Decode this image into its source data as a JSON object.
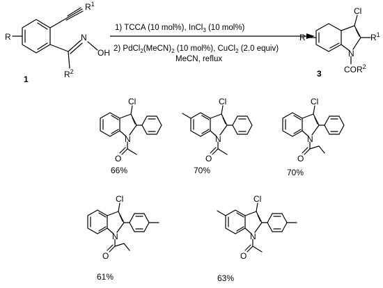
{
  "reaction": {
    "step1": "1)  TCCA (10 mol%), InCl",
    "step1_sub": "3",
    "step1_tail": " (10 mol%)",
    "step2_a": "2) PdCl",
    "step2_sub1": "2",
    "step2_b": "(MeCN)",
    "step2_sub2": "2",
    "step2_c": " (10 mol%), CuCl",
    "step2_sub3": "2",
    "step2_d": " (2.0 equiv)",
    "step3": "MeCN,  reflux"
  },
  "starting_material": {
    "number": "1",
    "labels": {
      "R": "R",
      "R1": "R",
      "R1_sup": "1",
      "R2": "R",
      "R2_sup": "2",
      "N": "N",
      "OH": "OH"
    }
  },
  "product_general": {
    "number": "3",
    "labels": {
      "Cl": "Cl",
      "R": "R",
      "R1": "R",
      "R1_sup": "1",
      "N": "N",
      "COR2": "COR",
      "COR2_sup": "2"
    }
  },
  "products": [
    {
      "id": "p1",
      "yield": "66%",
      "cl": "Cl",
      "n": "N",
      "o": "O"
    },
    {
      "id": "p2",
      "yield": "70%",
      "cl": "Cl",
      "n": "N",
      "o": "O"
    },
    {
      "id": "p3",
      "yield": "70%",
      "cl": "Cl",
      "n": "N",
      "o": "O"
    },
    {
      "id": "p4",
      "yield": "61%",
      "cl": "Cl",
      "n": "N",
      "o": "O"
    },
    {
      "id": "p5",
      "yield": "63%",
      "cl": "Cl",
      "n": "N",
      "o": "O"
    }
  ]
}
